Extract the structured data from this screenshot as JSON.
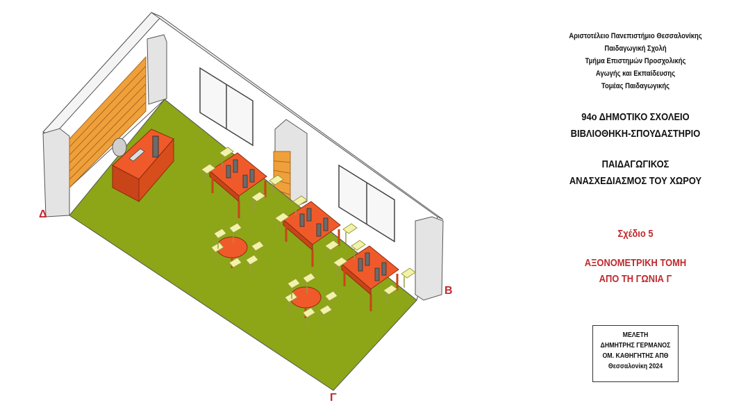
{
  "drawing": {
    "corner_labels": {
      "d": "Δ",
      "b": "Β",
      "g": "Γ"
    },
    "colors": {
      "floor": "#8ca617",
      "wall": "#ffffff",
      "wall_edge": "#555555",
      "bookshelf": "#f0a03a",
      "table": "#f05a2a",
      "chair": "#f2f2a8",
      "monitor": "#6b6b6b"
    }
  },
  "panel": {
    "university_lines": [
      "Αριστοτέλειο Πανεπιστήμιο Θεσσαλονίκης",
      "Παιδαγωγική Σχολή",
      "Τμήμα Επιστημών Προσχολικής",
      "Αγωγής και Εκπαίδευσης",
      "Τομέας Παιδαγωγικής"
    ],
    "school_line1": "94ο ΔΗΜΟΤΙΚΟ ΣΧΟΛΕΙΟ",
    "school_line2": "ΒΙΒΛΙΟΘΗΚΗ-ΣΠΟΥΔΑΣΤΗΡΙΟ",
    "project_line1": "ΠΑΙΔΑΓΩΓΙΚΟΣ",
    "project_line2": "ΑΝΑΣΧΕΔΙΑΣΜΟΣ ΤΟΥ ΧΩΡΟΥ",
    "plan_number": "Σχέδιο 5",
    "plan_title_line1": "ΑΞΟΝΟΜΕΤΡΙΚΗ ΤΟΜΗ",
    "plan_title_line2": "ΑΠΟ ΤΗ ΓΩΝΙΑ Γ",
    "credits": [
      "ΜΕΛΕΤΗ",
      "ΔΗΜΗΤΡΗΣ ΓΕΡΜΑΝΟΣ",
      "ΟΜ. ΚΑΘΗΓΗΤΗΣ ΑΠΘ",
      "Θεσσαλονίκη 2024"
    ]
  }
}
